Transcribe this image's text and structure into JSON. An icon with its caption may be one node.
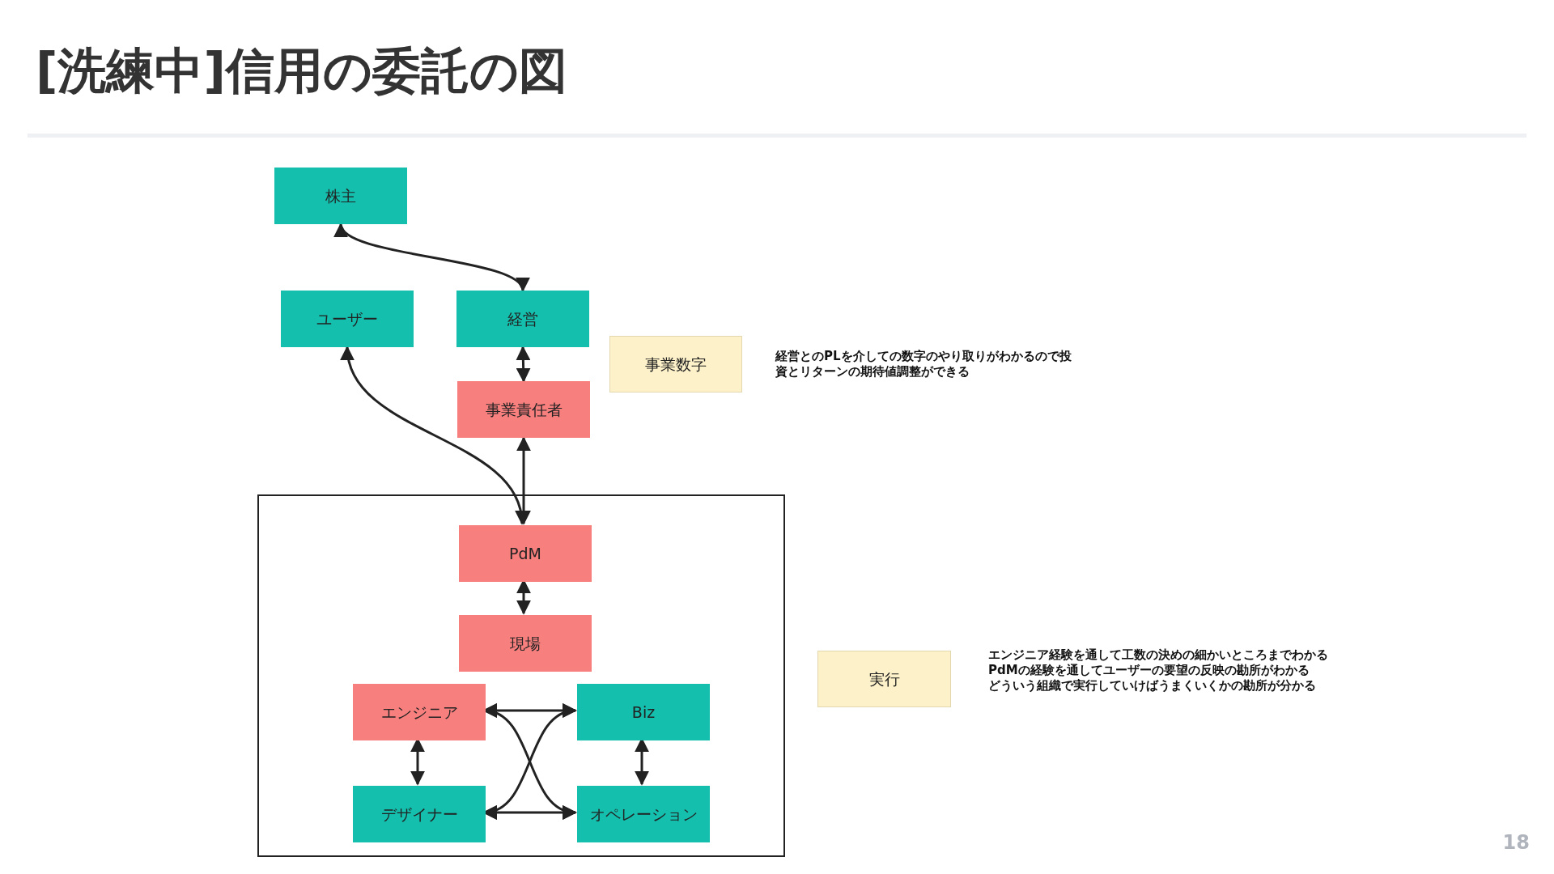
{
  "diagram": {
    "title": "[洗練中]信用の委託の図",
    "nodes": [
      {
        "text": [
          "株主"
        ]
      },
      {
        "text": [
          "ユーザー"
        ]
      },
      {
        "text": [
          "経営"
        ]
      },
      {
        "text": [
          "事業数字"
        ],
        "beside": [
          "経営とのPLを介しての数字のやり取りがわかるので投資とリターンの期待値調整ができる"
        ]
      },
      {
        "text": [
          "事業責任者"
        ]
      },
      {
        "text": [],
        "shape": "box"
      },
      {
        "text": [
          "PdM"
        ],
        "in": 5
      },
      {
        "text": [
          "現場"
        ],
        "in": 5
      },
      {
        "text": [
          "エンジニア"
        ],
        "in": 5
      },
      {
        "text": [
          "Biz"
        ],
        "in": 5
      },
      {
        "text": [
          "デザイナー"
        ],
        "in": 5
      },
      {
        "text": [
          "オペレーション"
        ],
        "in": 5
      },
      {
        "text": [
          "実行"
        ],
        "beside": [
          "エンジニア経験を通して工数の決めの細かいところまでわかる",
          "PdMの経験を通してユーザーの要望の反映の勘所がわかる",
          "どういう組織で実行していけばうまくいくかの勘所が分かる"
        ]
      }
    ],
    "edges": [
      {
        "from": 0,
        "to": 2,
        "arrow": "both"
      },
      {
        "from": 2,
        "to": 4,
        "arrow": "both"
      },
      {
        "from": 1,
        "to": 6,
        "arrow": "both"
      },
      {
        "from": 4,
        "to": 6,
        "arrow": "both"
      },
      {
        "from": 6,
        "to": 7,
        "arrow": "both"
      },
      {
        "from": 8,
        "to": 9,
        "arrow": "both"
      },
      {
        "from": 8,
        "to": 11,
        "arrow": "both"
      },
      {
        "from": 10,
        "to": 9,
        "arrow": "both"
      },
      {
        "from": 10,
        "to": 11,
        "arrow": "both"
      },
      {
        "from": 8,
        "to": 10,
        "arrow": "both"
      },
      {
        "from": 9,
        "to": 11,
        "arrow": "both"
      }
    ],
    "labels": [
      "18"
    ]
  }
}
